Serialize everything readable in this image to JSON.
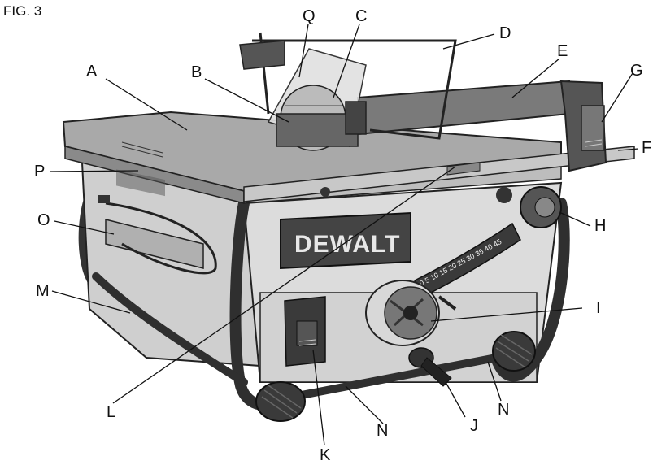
{
  "figure": {
    "title": "FIG. 3",
    "brand": "DEWALT",
    "bevel_scale": "0 5 10 15 20 25 30 35 40 45"
  },
  "callouts": {
    "A": "A",
    "B": "B",
    "C": "C",
    "D": "D",
    "E": "E",
    "F": "F",
    "G": "G",
    "H": "H",
    "I": "I",
    "J": "J",
    "K": "K",
    "L": "L",
    "M": "M",
    "N1": "N",
    "N2": "N",
    "O": "O",
    "P": "P",
    "Q": "Q"
  }
}
